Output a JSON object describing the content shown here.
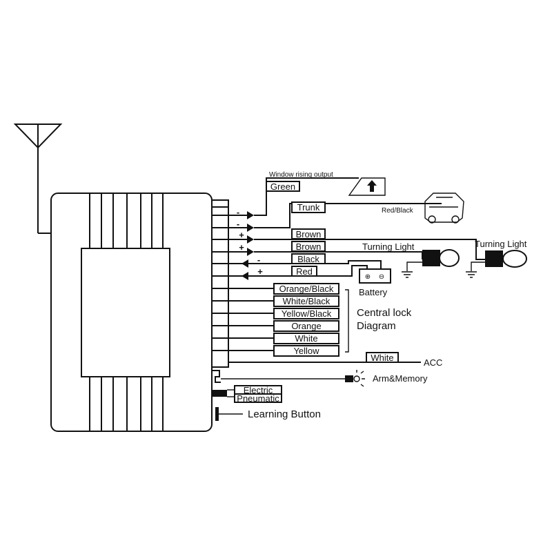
{
  "top_label": "Window rising output",
  "wire_labels": {
    "green": "Green",
    "trunk": "Trunk",
    "brown1": "Brown",
    "brown2": "Brown",
    "black": "Black",
    "red": "Red",
    "white_acc": "White"
  },
  "central_lock_wires": [
    "Orange/Black",
    "White/Black",
    "Yellow/Black",
    "Orange",
    "White",
    "Yellow"
  ],
  "polarity": [
    "-",
    "-",
    "+",
    "+",
    "-",
    "+"
  ],
  "labels": {
    "red_black": "Red/Black",
    "turning_light_1": "Turning Light",
    "turning_light_2": "Turning Light",
    "battery": "Battery",
    "central_lock_line1": "Central lock",
    "central_lock_line2": "Diagram",
    "acc": "ACC",
    "arm_memory": "Arm&Memory",
    "electric": "Electric",
    "pneumatic": "Pneumatic",
    "learning_button": "Learning Button"
  },
  "battery_terminals": [
    "⊕",
    "⊖"
  ]
}
